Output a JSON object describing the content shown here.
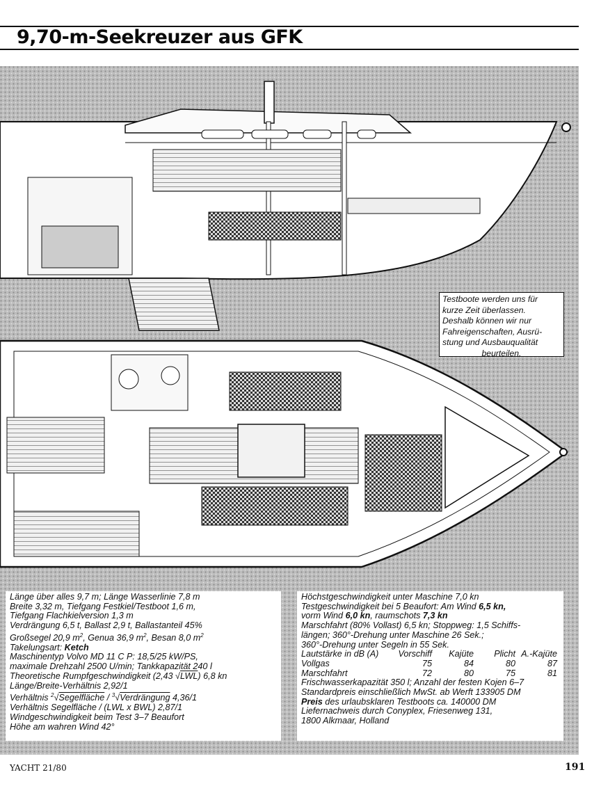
{
  "header": {
    "title": "9,70-m-Seekreuzer aus GFK"
  },
  "note": {
    "lines": [
      "Testboote werden uns für",
      "kurze Zeit überlassen.",
      "Deshalb können wir nur",
      "Fahreigenschaften, Ausrü-",
      "stung und Ausbauqualität",
      "beurteilen."
    ]
  },
  "specs_left": {
    "l1": "Länge über alles 9,7 m; Länge Wasserlinie 7,8 m",
    "l2": "Breite 3,32 m, Tiefgang Festkiel/Testboot 1,6 m,",
    "l3": "Tiefgang Flachkielversion 1,3 m",
    "l4": "Verdrängung 6,5 t, Ballast 2,9 t, Ballastanteil 45%",
    "l5a": "Großsegel 20,9 m",
    "l5b": ", Genua 36,9 m",
    "l5c": ", Besan 8,0 m",
    "sup": "2",
    "l6a": "Takelungsart: ",
    "l6b": "Ketch",
    "l7": "Maschinentyp Volvo  MD 11 C P: 18,5/25 kW/PS,",
    "l8": "maximale Drehzahl 2500 U/min; Tankkapazität 240 l",
    "l9a": "Theoretische Rumpfgeschwindigkeit (2,43 ",
    "root": "√",
    "l9b": "LWL",
    "l9c": ") 6,8 kn",
    "l10": "Länge/Breite-Verhältnis 2,92/1",
    "l11a": "Verhältnis ",
    "l11b": "Segelfläche",
    "l11c": " / ",
    "l11d": "Verdrängung",
    "l11e": " 4,36/1",
    "cube": "3",
    "l12": "Verhältnis Segelfläche / (LWL x BWL) 2,87/1",
    "l13": "Windgeschwindigkeit beim Test 3–7 Beaufort",
    "l14": "Höhe am wahren Wind 42°"
  },
  "specs_right": {
    "r1": "Höchstgeschwindigkeit unter Maschine 7,0 kn",
    "r2a": "Testgeschwindigkeit bei 5 Beaufort: Am Wind ",
    "r2b": "6,5 kn,",
    "r3a": "vorm Wind ",
    "r3b": "6,0 kn",
    "r3c": ", raumschots ",
    "r3d": "7,3 kn",
    "r4": "Marschfahrt (80% Vollast) 6,5 kn; Stoppweg: 1,5 Schiffs-",
    "r5": "längen; 360°-Drehung unter Maschine 26 Sek.;",
    "r6": "360°-Drehung unter Segeln in 55 Sek.",
    "noise_header": [
      "Lautstärke in dB (A)",
      "Vorschiff",
      "Kajüte",
      "Plicht",
      "A.-Kajüte"
    ],
    "noise_rows": [
      [
        "Vollgas",
        "75",
        "84",
        "80",
        "87"
      ],
      [
        "Marschfahrt",
        "72",
        "80",
        "75",
        "81"
      ]
    ],
    "r7": "Frischwasserkapazität 350 l; Anzahl der festen Kojen 6–7",
    "r8": "Standardpreis einschließlich MwSt. ab Werft 133905 DM",
    "r9a": "Preis",
    "r9b": " des urlaubsklaren Testboots ca. 140000 DM",
    "r10": "Liefernachweis durch Conyplex, Friesenweg 131,",
    "r11": "1800 Alkmaar, Holland"
  },
  "footer": {
    "left": "YACHT 21/80",
    "right": "191"
  },
  "colors": {
    "ink": "#111111",
    "paper": "#ffffff",
    "gray": "#9a9a9a"
  }
}
